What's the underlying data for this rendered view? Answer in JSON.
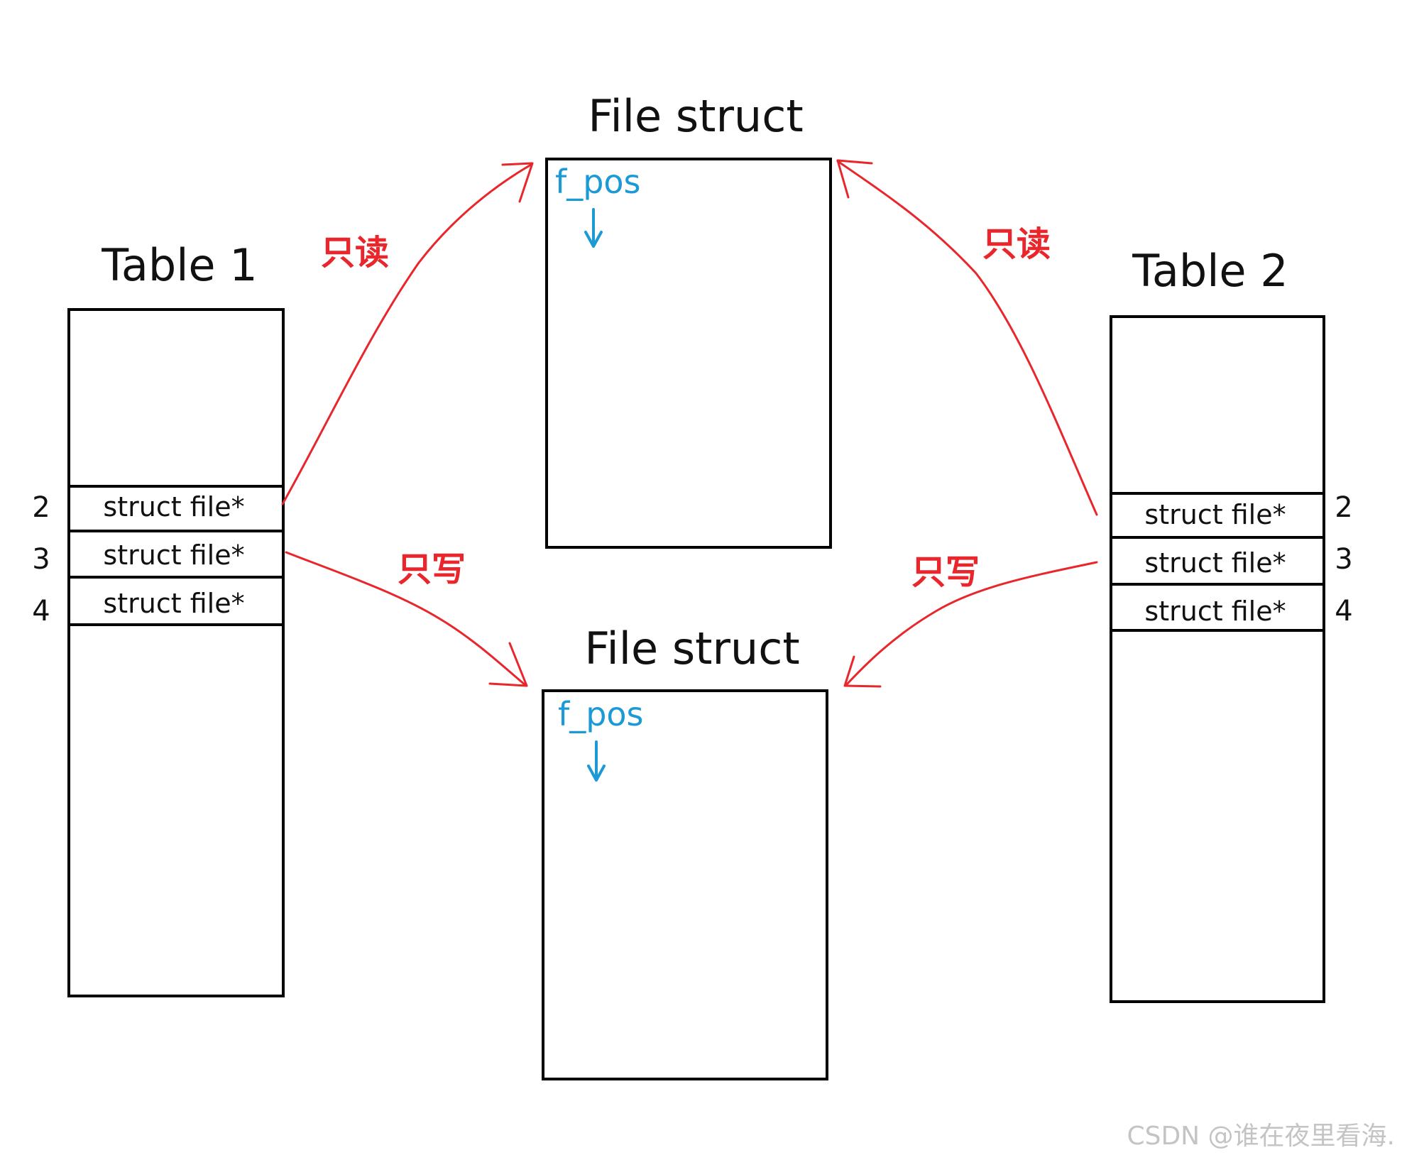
{
  "colors": {
    "arrow_red": "#e8262b",
    "fpos_blue": "#1b9ad6",
    "outline": "#000000",
    "watermark": "#c4c4c4"
  },
  "table1": {
    "title": "Table 1",
    "rows": [
      "struct file*",
      "struct file*",
      "struct file*"
    ],
    "indices": [
      "2",
      "3",
      "4"
    ]
  },
  "table2": {
    "title": "Table 2",
    "rows": [
      "struct file*",
      "struct file*",
      "struct file*"
    ],
    "indices": [
      "2",
      "3",
      "4"
    ]
  },
  "file_struct_top": {
    "title": "File struct",
    "field": "f_pos"
  },
  "file_struct_bottom": {
    "title": "File struct",
    "field": "f_pos"
  },
  "arrows": {
    "t1_read": "只读",
    "t1_write": "只写",
    "t2_read": "只读",
    "t2_write": "只写"
  },
  "watermark": "CSDN @谁在夜里看海."
}
